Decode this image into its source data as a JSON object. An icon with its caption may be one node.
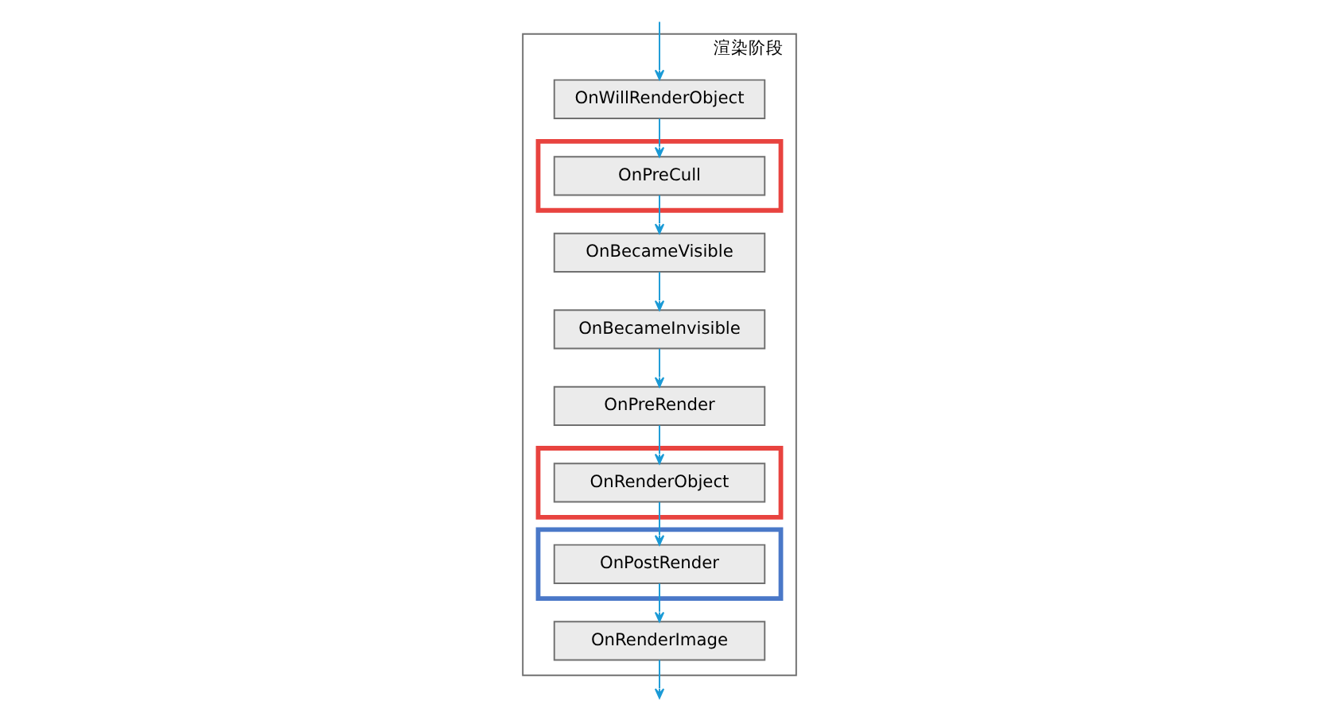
{
  "diagram": {
    "nodes": [
      {
        "text": [
          "渲染阶段"
        ]
      },
      {
        "text": [
          "OnWillRenderObject"
        ],
        "in": 0
      },
      {
        "text": [],
        "shape": "box",
        "in": 0
      },
      {
        "text": [
          "OnPreCull"
        ],
        "in": 2
      },
      {
        "text": [
          "OnBecameVisible"
        ],
        "in": 0
      },
      {
        "text": [
          "OnBecameInvisible"
        ],
        "in": 0
      },
      {
        "text": [
          "OnPreRender"
        ],
        "in": 0
      },
      {
        "text": [
          "OnRenderImage"
        ],
        "in": 0
      },
      {
        "text": [],
        "shape": "box",
        "in": 0
      },
      {
        "text": [
          "OnPostRender"
        ],
        "in": 8
      },
      {
        "text": [],
        "shape": "box",
        "in": 0
      },
      {
        "text": [
          "OnRenderObject"
        ],
        "in": 10
      }
    ],
    "edges": [
      {
        "from": null,
        "to": 1,
        "arrow": "to"
      },
      {
        "from": 1,
        "to": 3,
        "arrow": "to"
      },
      {
        "from": 3,
        "to": 4,
        "arrow": "to"
      },
      {
        "from": 4,
        "to": 5,
        "arrow": "to"
      },
      {
        "from": 5,
        "to": 6,
        "arrow": "to"
      },
      {
        "from": 6,
        "to": 11,
        "arrow": "to"
      },
      {
        "from": 11,
        "to": 9,
        "arrow": "to"
      },
      {
        "from": 9,
        "to": 7,
        "arrow": "to"
      },
      {
        "from": 7,
        "to": null,
        "arrow": "to"
      }
    ]
  }
}
